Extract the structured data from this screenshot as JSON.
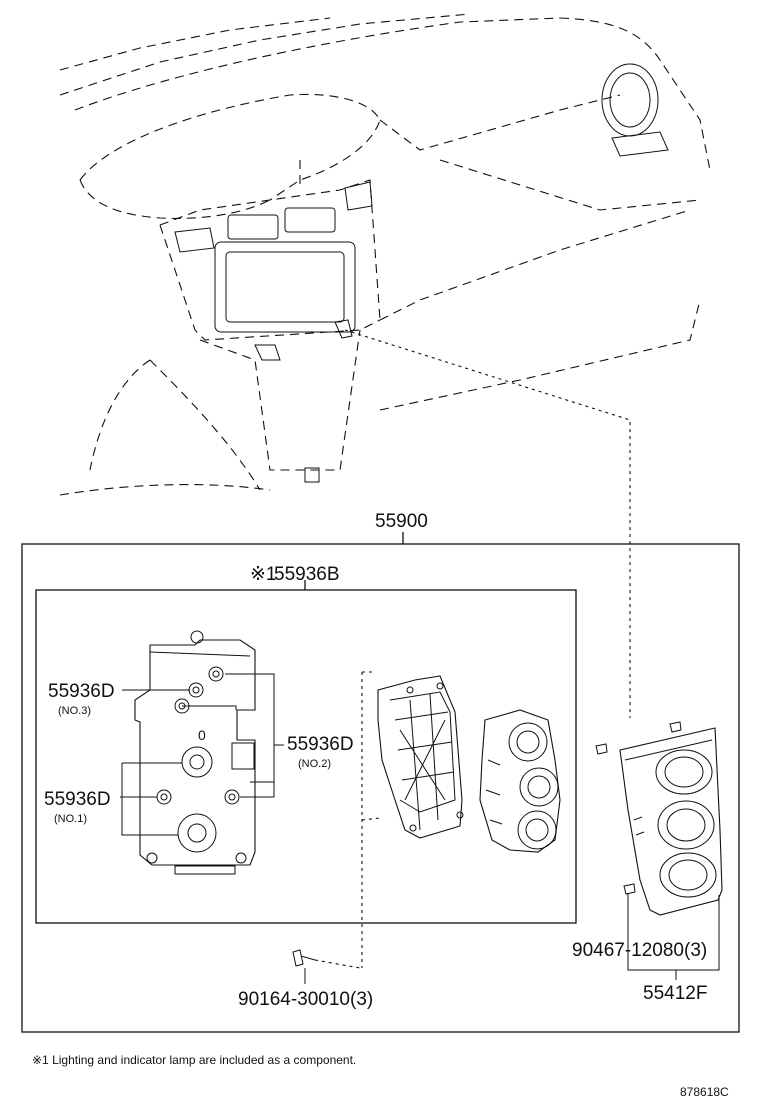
{
  "labels": {
    "assembly": "55900",
    "control_assy": "55936B",
    "control_assy_mark": "※1",
    "lamp_a": "55936D",
    "lamp_a_sub": "(NO.3)",
    "lamp_b": "55936D",
    "lamp_b_sub": "(NO.1)",
    "lamp_c": "55936D",
    "lamp_c_sub": "(NO.2)",
    "screw": "90164-30010(3)",
    "clip": "90467-12080(3)",
    "panel": "55412F"
  },
  "footnote": "※1 Lighting and indicator lamp are included as a component.",
  "figure_id": "878618C"
}
